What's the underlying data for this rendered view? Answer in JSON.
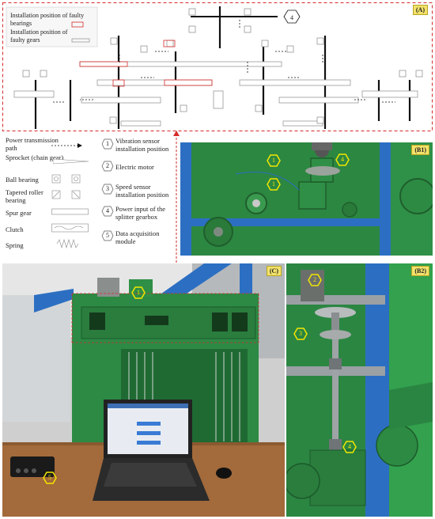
{
  "panels": {
    "a_label": "(A)",
    "b1_label": "(B1)",
    "b2_label": "(B2)",
    "c_label": "(C)"
  },
  "diagram": {
    "top_legend": [
      "Installation position of faulty bearings",
      "Installation position of faulty gears"
    ],
    "power_input_number": "4"
  },
  "legend": {
    "items": [
      "Power transmission path",
      "Sprocket (chain gear)",
      "Ball bearing",
      "Tapered roller bearing",
      "Spur gear",
      "Clutch",
      "Spring"
    ]
  },
  "key": {
    "items": [
      {
        "num": "1",
        "text": "Vibration sensor installation position"
      },
      {
        "num": "2",
        "text": "Electric motor"
      },
      {
        "num": "3",
        "text": "Speed sensor installation position"
      },
      {
        "num": "4",
        "text": "Power input of the splitter gearbox"
      },
      {
        "num": "5",
        "text": "Data acquisition module"
      }
    ]
  },
  "markers": {
    "b1_1a": "1",
    "b1_1b": "1",
    "b1_4": "4",
    "c_1": "1",
    "c_5": "5",
    "b2_2": "2",
    "b2_3": "3",
    "b2_4": "4"
  },
  "colors": {
    "accent_red": "#d62b2b",
    "marker_yellow": "#f2e600",
    "machine_green": "#2f8a3e",
    "frame_blue": "#2c6fc2"
  }
}
